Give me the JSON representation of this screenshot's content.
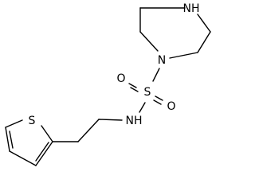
{
  "atoms": {
    "piperazine_nh": "NH",
    "piperazine_n": "N",
    "sulfur": "S",
    "oxygen_left": "O",
    "oxygen_right": "O",
    "amide_nh": "NH",
    "thiophene_s": "S"
  },
  "colors": {
    "bond": "#000000",
    "label": "#000000",
    "background": "#ffffff"
  }
}
